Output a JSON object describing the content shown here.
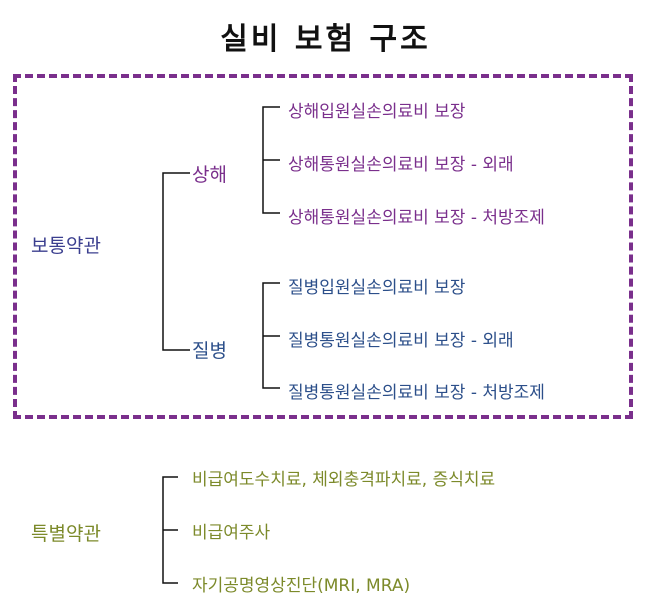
{
  "title": "실비 보험 구조",
  "colors": {
    "basic": "#3b3f8f",
    "injury": "#7a2f8c",
    "disease": "#2c4f8a",
    "special": "#7c8a2a",
    "line": "#111111",
    "box_border": "#7a2f8c"
  },
  "basic_contract": {
    "label": "보통약관",
    "injury": {
      "label": "상해",
      "items": [
        "상해입원실손의료비 보장",
        "상해통원실손의료비 보장 - 외래",
        "상해통원실손의료비 보장 - 처방조제"
      ]
    },
    "disease": {
      "label": "질병",
      "items": [
        "질병입원실손의료비 보장",
        "질병통원실손의료비 보장 - 외래",
        "질병통원실손의료비 보장 - 처방조제"
      ]
    }
  },
  "special_contract": {
    "label": "특별약관",
    "items": [
      "비급여도수치료, 체외충격파치료, 증식치료",
      "비급여주사",
      "자기공명영상진단(MRI, MRA)"
    ]
  }
}
